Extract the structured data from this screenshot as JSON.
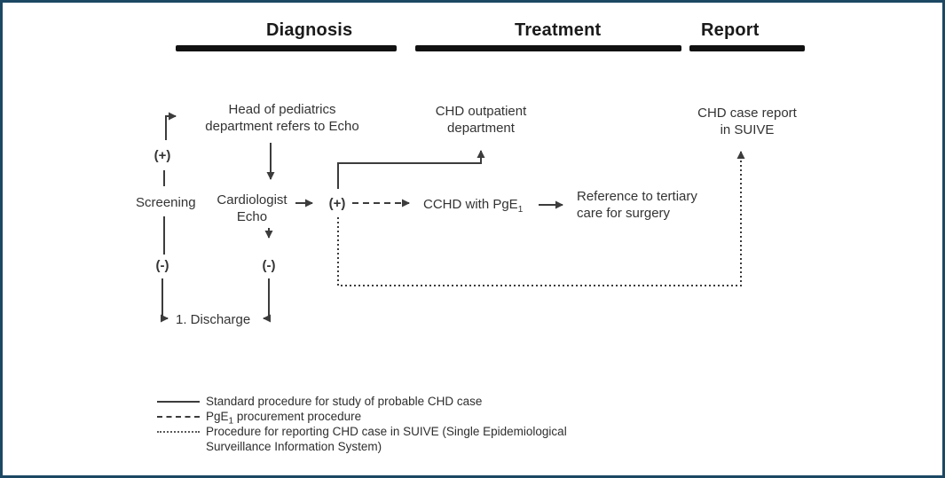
{
  "header": {
    "diagnosis": "Diagnosis",
    "treatment": "Treatment",
    "report": "Report"
  },
  "flowchart": {
    "screening": "Screening",
    "screening_positive": "(+)",
    "screening_negative": "(-)",
    "head_pediatrics_line1": "Head of pediatrics",
    "head_pediatrics_line2": "department refers to Echo",
    "cardiologist_line1": "Cardiologist",
    "cardiologist_line2": "Echo",
    "echo_positive": "(+)",
    "echo_negative": "(-)",
    "discharge": "1. Discharge",
    "chd_outpatient_line1": "CHD outpatient",
    "chd_outpatient_line2": "department",
    "cchd_text": "CCHD with PgE",
    "cchd_sub": "1",
    "reference_line1": "Reference to tertiary",
    "reference_line2": "care for surgery",
    "case_report_line1": "CHD case report",
    "case_report_line2": "in SUIVE"
  },
  "legend": {
    "rows": [
      {
        "style": "solid",
        "label": "Standard procedure for study of probable CHD case"
      },
      {
        "style": "dashed",
        "label_pre": "PgE",
        "label_sub": "1",
        "label_post": " procurement procedure"
      },
      {
        "style": "dotted",
        "label": "Procedure for reporting CHD case in SUIVE (Single Epidemiological",
        "label_line2": "Surveillance Information System)"
      }
    ]
  },
  "colors": {
    "border": "#1c4863",
    "bar": "#111111",
    "line": "#3c3c3c",
    "text": "#2e2e2e"
  }
}
